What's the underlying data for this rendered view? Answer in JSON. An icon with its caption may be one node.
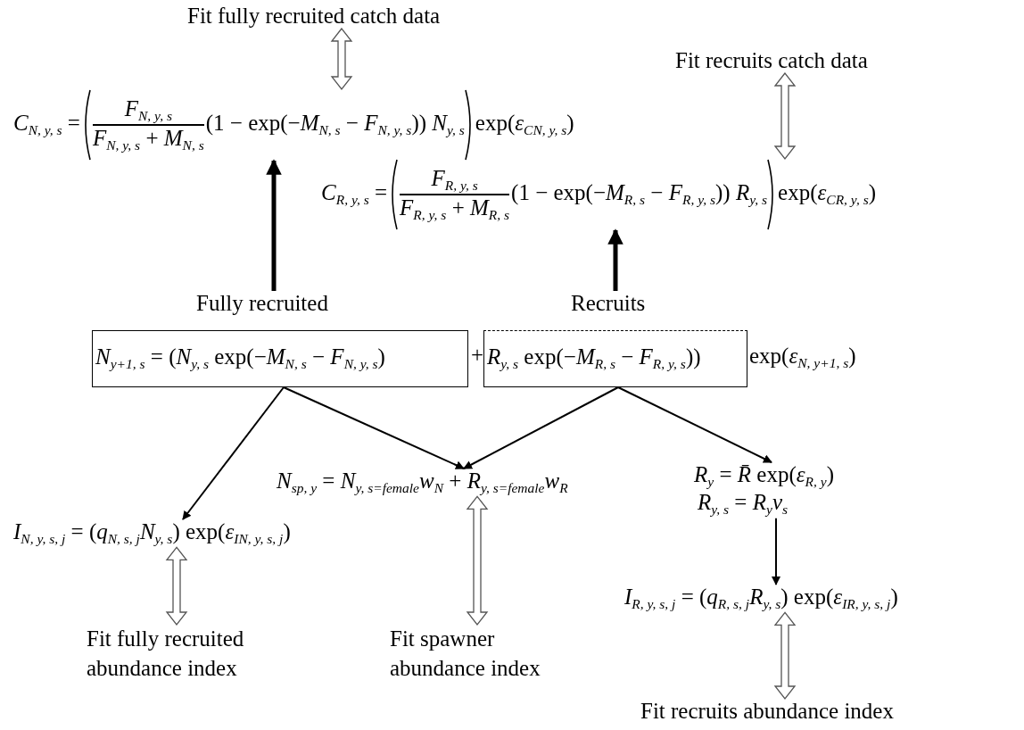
{
  "diagram": {
    "nodes": [
      {
        "text": [
          "Fit fully recruited catch data"
        ]
      },
      {
        "text": [
          "*C*$_{N, y, s}$ =",
          "*F*$_{N, y, s}$",
          "*F*$_{N, y, s}$ + *M*$_{N, s}$",
          "(1 − exp(−*M*$_{N, s}$ − *F*$_{N, y, s}$)) *N*$_{y, s}$",
          "exp(*ε*$_{CN, y, s}$)"
        ]
      },
      {
        "text": [
          "Fit recruits catch data"
        ]
      },
      {
        "text": [
          "*C*$_{R, y, s}$ =",
          "*F*$_{R, y, s}$",
          "*F*$_{R, y, s}$ + *M*$_{R, s}$",
          "(1 − exp(−*M*$_{R, s}$ − *F*$_{R, y, s}$)) *R*$_{y, s}$",
          "exp(*ε*$_{CR, y, s}$)"
        ]
      },
      {
        "text": [
          "Fully recruited"
        ]
      },
      {
        "text": [
          "Recruits"
        ]
      },
      {
        "text": [
          "*N*$_{y+1, s}$ = (*N*$_{y, s}$ exp(−*M*$_{N, s}$ − *F*$_{N, y, s}$)"
        ]
      },
      {
        "text": [
          "*R*$_{y, s}$ exp(−*M*$_{R, s}$ − *F*$_{R, y, s}$))"
        ],
        "beside": [
          "exp(*ε*$_{N, y+1, s}$)"
        ]
      },
      {
        "text": [
          "*N*$_{sp, y}$ = *N*$_{y, s=female}$*w*$_{N}$ + *R*$_{y, s=female}$*w*$_{R}$"
        ]
      },
      {
        "text": [
          "*I*$_{N, y, s, j}$ = (*q*$_{N, s, j}$*N*$_{y, s}$) exp(*ε*$_{IN, y, s, j}$)"
        ]
      },
      {
        "text": [
          "*R*$_{y}$ = *R̄* exp(*ε*$_{R, y}$)",
          "*R*$_{y, s}$ = *R*$_{y}$*v*$_{s}$"
        ]
      },
      {
        "text": [
          "*I*$_{R, y, s, j}$ = (*q*$_{R, s, j}$*R*$_{y, s}$) exp(*ε*$_{IR, y, s, j}$)"
        ]
      },
      {
        "text": [
          "Fit fully recruited abundance index"
        ]
      },
      {
        "text": [
          "Fit spawner abundance index"
        ]
      },
      {
        "text": [
          "Fit recruits abundance index"
        ]
      }
    ],
    "edges": [
      {
        "from": 0,
        "to": 1,
        "arrow": "both"
      },
      {
        "from": 2,
        "to": 3,
        "arrow": "both"
      },
      {
        "from": 4,
        "to": 1,
        "arrow": "to",
        "style": "thick"
      },
      {
        "from": 5,
        "to": 3,
        "arrow": "to",
        "style": "thick"
      },
      {
        "from": 6,
        "to": 9,
        "arrow": "to"
      },
      {
        "from": 6,
        "to": 8,
        "arrow": "to"
      },
      {
        "from": 7,
        "to": 8,
        "arrow": "to"
      },
      {
        "from": 7,
        "to": 10,
        "arrow": "to"
      },
      {
        "from": 10,
        "to": 11,
        "arrow": "to"
      },
      {
        "from": 9,
        "to": 12,
        "arrow": "both"
      },
      {
        "from": 8,
        "to": 13,
        "arrow": "both"
      },
      {
        "from": 11,
        "to": 14,
        "arrow": "both"
      }
    ],
    "labels": [
      "+"
    ]
  }
}
